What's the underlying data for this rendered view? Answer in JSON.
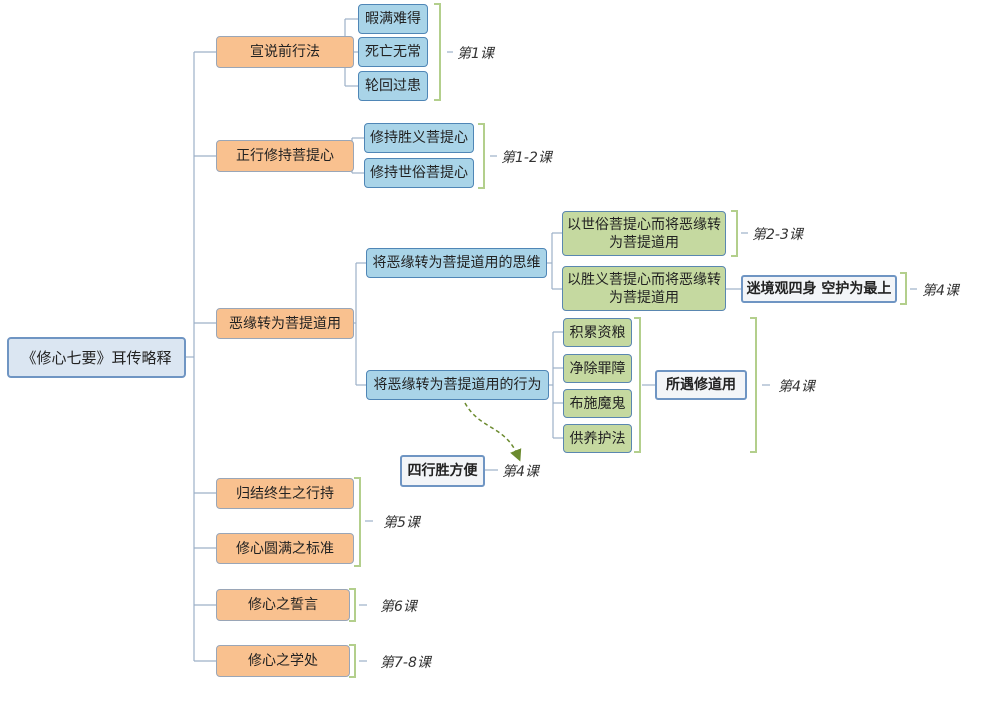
{
  "root": "《修心七要》耳传略释",
  "branches": {
    "b1": {
      "label": "宣说前行法",
      "children": [
        "暇满难得",
        "死亡无常",
        "轮回过患"
      ],
      "note": "第1课"
    },
    "b2": {
      "label": "正行修持菩提心",
      "children": [
        "修持胜义菩提心",
        "修持世俗菩提心"
      ],
      "note": "第1-2课"
    },
    "b3": {
      "label": "恶缘转为菩提道用",
      "thought": {
        "label": "将恶缘转为菩提道用的思维",
        "children": [
          {
            "label": "以世俗菩提心而将恶缘转为菩提道用",
            "note": "第2-3课"
          },
          {
            "label": "以胜义菩提心而将恶缘转为菩提道用",
            "detail": "迷境观四身 空护为最上",
            "note": "第4课"
          }
        ]
      },
      "action": {
        "label": "将恶缘转为菩提道用的行为",
        "children": [
          "积累资粮",
          "净除罪障",
          "布施魔鬼",
          "供养护法"
        ],
        "summary": "所遇修道用",
        "summary_note": "第4课",
        "extra": "四行胜方便",
        "extra_note": "第4课"
      }
    },
    "b4": {
      "label": "归结终生之行持"
    },
    "b5": {
      "label": "修心圆满之标准"
    },
    "b45_note": "第5课",
    "b6": {
      "label": "修心之誓言",
      "note": "第6课"
    },
    "b7": {
      "label": "修心之学处",
      "note": "第7-8课"
    }
  },
  "colors": {
    "root_fill": "#dbe6f2",
    "level1_fill": "#f9c18f",
    "level2_fill": "#a9d4e8",
    "level3_fill": "#c5d9a0",
    "connector": "#9db0c8",
    "bracket": "#b3cf8c",
    "arrow": "#6b8a2e"
  }
}
